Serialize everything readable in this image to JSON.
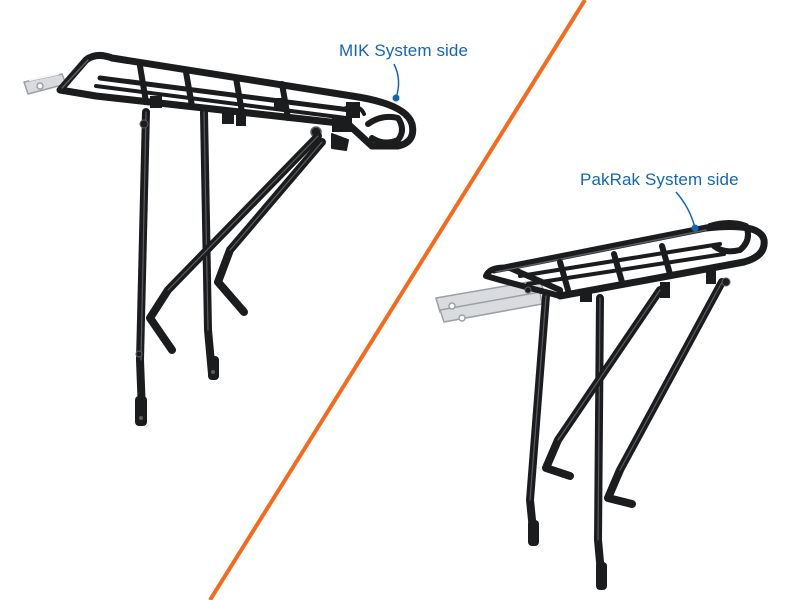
{
  "colors": {
    "background": "#ffffff",
    "divider": "#f26b21",
    "callout": "#1266b4",
    "rack": "#1b1c1e",
    "rack_highlight": "#5a5d62",
    "clamp_metal": "#d9dbde"
  },
  "labels": {
    "mik": "MIK System side",
    "pakrak": "PakRak System side"
  },
  "items": {
    "left_rack_icon": "bicycle-rear-rack-mik",
    "right_rack_icon": "bicycle-rear-rack-pakrak"
  }
}
